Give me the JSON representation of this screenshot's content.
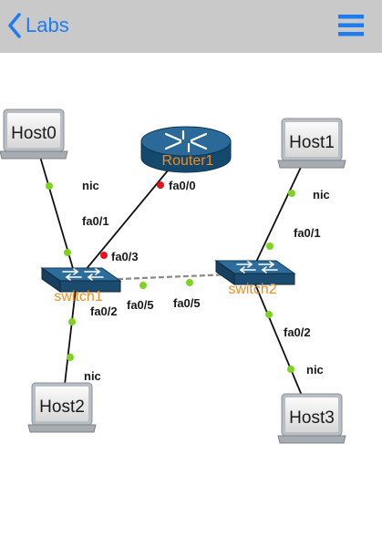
{
  "header": {
    "back_label": "Labs",
    "back_icon": "chevron-left-icon",
    "menu_icon": "hamburger-menu-icon",
    "accent_color": "#1e7cf0"
  },
  "topology": {
    "devices": [
      {
        "id": "host0",
        "type": "laptop",
        "label": "Host0"
      },
      {
        "id": "host1",
        "type": "laptop",
        "label": "Host1"
      },
      {
        "id": "router1",
        "type": "router",
        "label": "Router1"
      },
      {
        "id": "switch1",
        "type": "switch",
        "label": "switch1"
      },
      {
        "id": "switch2",
        "type": "switch",
        "label": "switch2"
      },
      {
        "id": "host2",
        "type": "laptop",
        "label": "Host2"
      },
      {
        "id": "host3",
        "type": "laptop",
        "label": "Host3"
      }
    ],
    "links": [
      {
        "from": "host0",
        "to": "switch1",
        "from_port": "nic",
        "to_port": "fa0/1",
        "status": "up"
      },
      {
        "from": "router1",
        "to": "switch1",
        "from_port": "fa0/0",
        "to_port": "fa0/3",
        "status": "down"
      },
      {
        "from": "switch1",
        "to": "host2",
        "from_port": "fa0/2",
        "to_port": "nic",
        "status": "up"
      },
      {
        "from": "switch1",
        "to": "switch2",
        "from_port": "fa0/5",
        "to_port": "fa0/5",
        "status": "up"
      },
      {
        "from": "host1",
        "to": "switch2",
        "from_port": "nic",
        "to_port": "fa0/1",
        "status": "up"
      },
      {
        "from": "switch2",
        "to": "host3",
        "from_port": "fa0/2",
        "to_port": "nic",
        "status": "up"
      }
    ],
    "colors": {
      "link_up": "#7ed321",
      "link_down": "#e8111b",
      "switch_label": "#f28c1e",
      "router_label": "#f28c1e",
      "device_body": "#1f5a86"
    }
  }
}
